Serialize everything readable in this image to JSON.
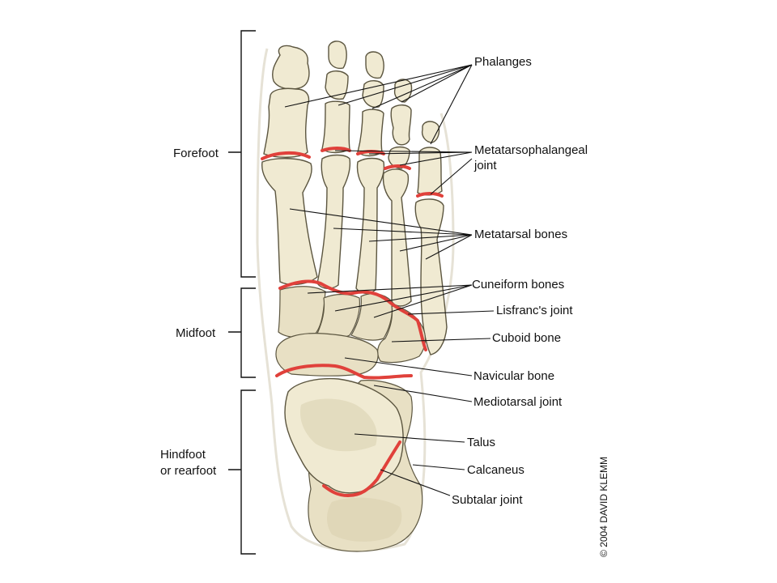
{
  "colors": {
    "joint": "#e0413b",
    "bone": "#f0ead2",
    "outline": "#5c5640",
    "text": "#111111"
  },
  "regions": {
    "forefoot": "Forefoot",
    "midfoot": "Midfoot",
    "hindfoot_1": "Hindfoot",
    "hindfoot_2": "or rearfoot"
  },
  "labels": {
    "phalanges": "Phalanges",
    "mtp_1": "Metatarsophalangeal",
    "mtp_2": "joint",
    "metatarsal": "Metatarsal bones",
    "cuneiform": "Cuneiform bones",
    "lisfranc": "Lisfranc's joint",
    "cuboid": "Cuboid bone",
    "navicular": "Navicular bone",
    "mediotarsal": "Mediotarsal joint",
    "talus": "Talus",
    "calcaneus": "Calcaneus",
    "subtalar": "Subtalar joint"
  },
  "credit": "© 2004 DAVID KLEMM"
}
